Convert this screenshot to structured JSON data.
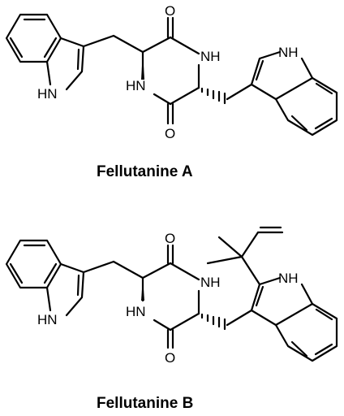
{
  "compounds": [
    {
      "name": "Fellutanine A"
    },
    {
      "name": "Fellutanine B"
    }
  ],
  "atom_labels": {
    "O": "O",
    "NH": "NH",
    "HN": "HN"
  }
}
